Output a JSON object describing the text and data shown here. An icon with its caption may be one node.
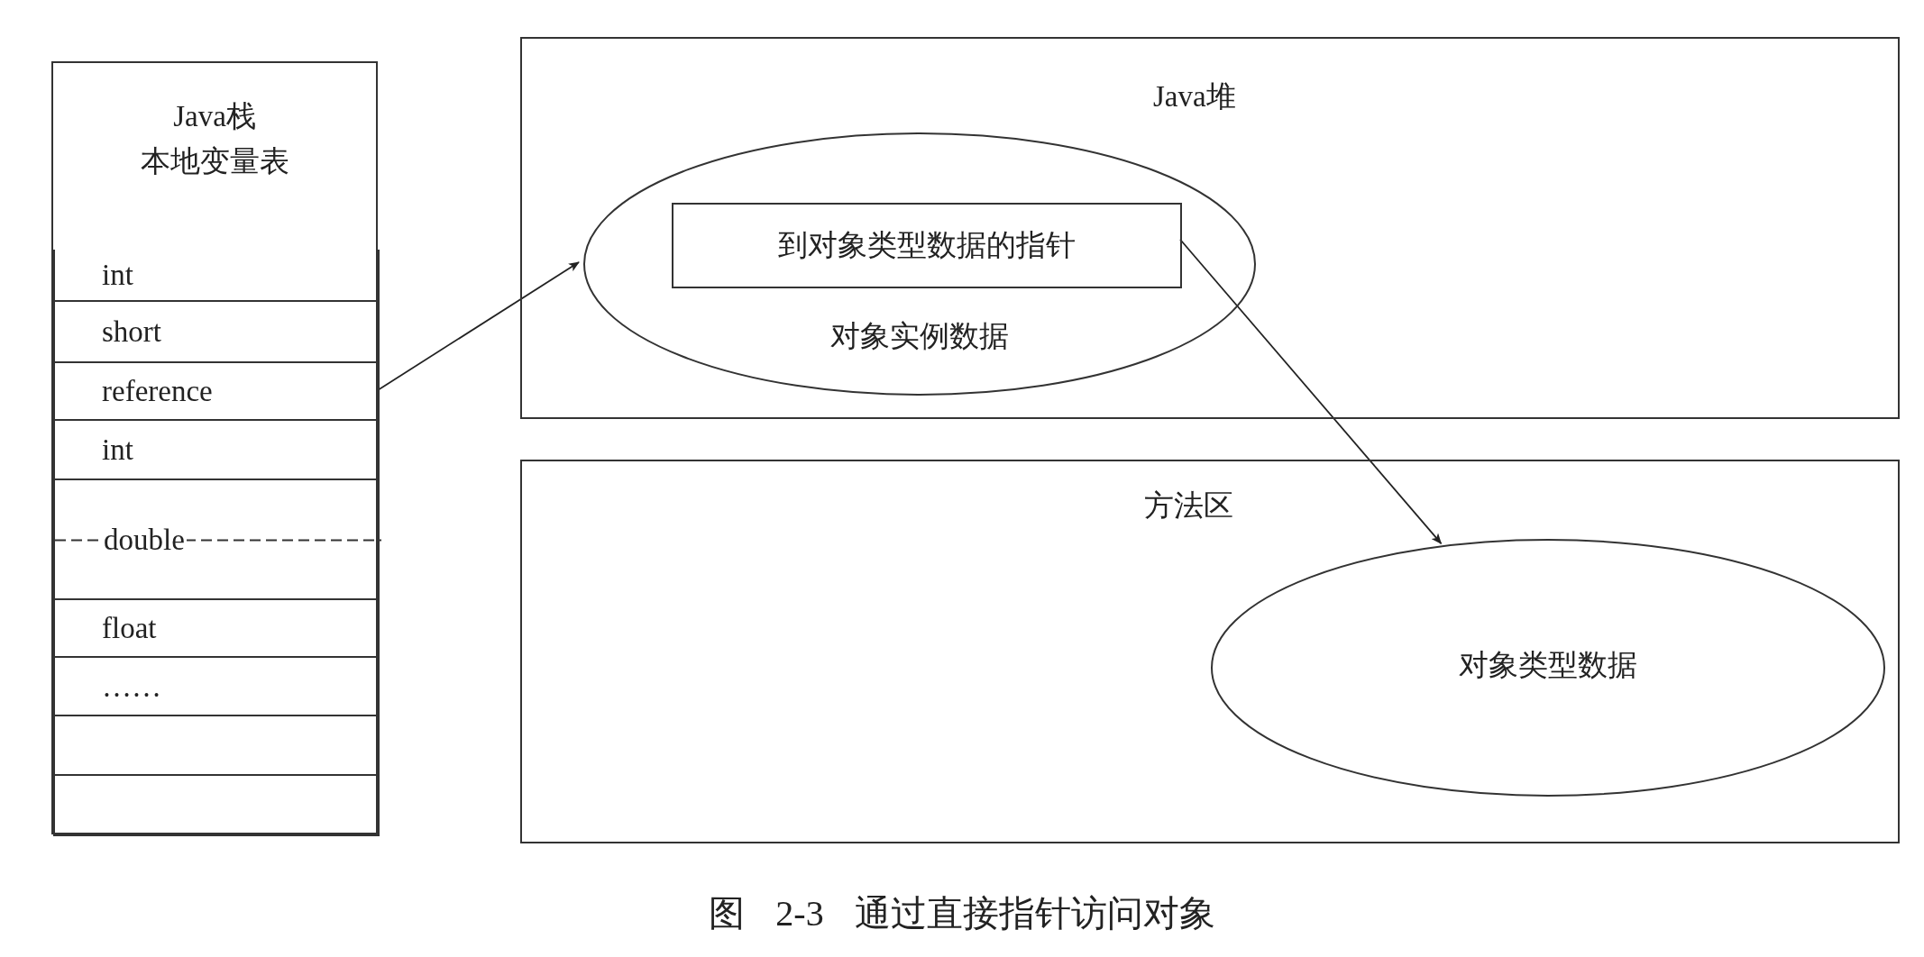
{
  "diagram": {
    "caption": "图 2-3 通过直接指针访问对象",
    "nodes": [
      {
        "text": [
          "Java栈",
          "本地变量表"
        ]
      },
      {
        "text": [
          "int"
        ],
        "in": 0
      },
      {
        "text": [
          "short"
        ],
        "in": 0
      },
      {
        "text": [
          "reference"
        ],
        "in": 0
      },
      {
        "text": [
          "int"
        ],
        "in": 0
      },
      {
        "text": [
          "double"
        ],
        "in": 0
      },
      {
        "text": [
          "float"
        ],
        "in": 0
      },
      {
        "text": [
          "……"
        ],
        "in": 0
      },
      {
        "text": [],
        "shape": "box",
        "in": 0
      },
      {
        "text": [],
        "shape": "box",
        "in": 0
      },
      {
        "text": [
          "Java堆"
        ]
      },
      {
        "text": [
          "对象实例数据"
        ],
        "in": 10
      },
      {
        "text": [
          "到对象类型数据的指针"
        ],
        "in": 11
      },
      {
        "text": [
          "方法区"
        ]
      },
      {
        "text": [
          "对象类型数据"
        ],
        "in": 13
      }
    ],
    "edges": [
      {
        "from": 3,
        "to": 11,
        "arrow": "to"
      },
      {
        "from": 12,
        "to": 14,
        "arrow": "to"
      }
    ]
  }
}
